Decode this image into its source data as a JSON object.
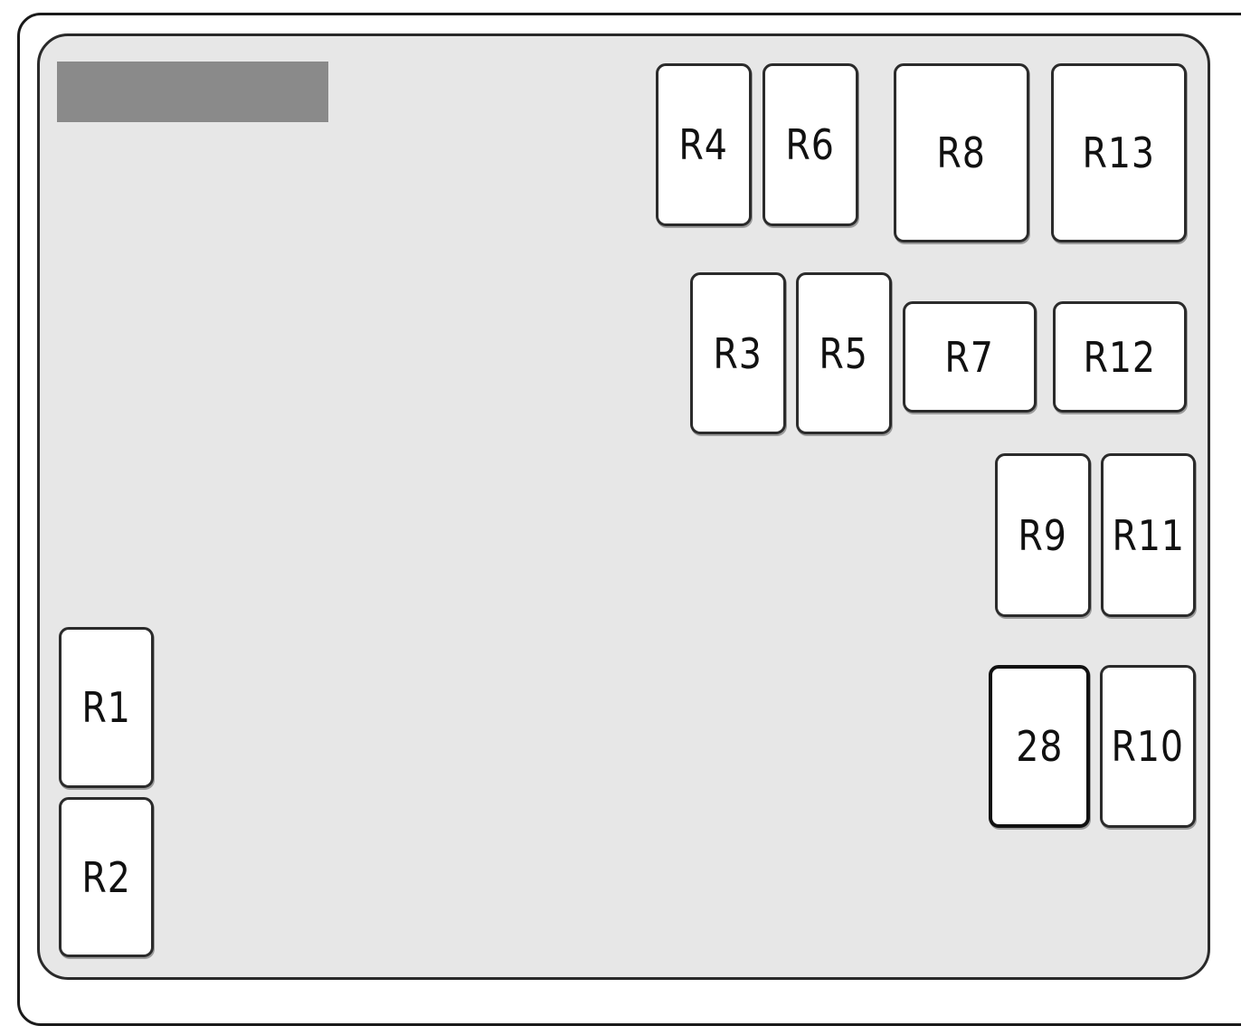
{
  "relays": {
    "r1": "R1",
    "r2": "R2",
    "r3": "R3",
    "r4": "R4",
    "r5": "R5",
    "r6": "R6",
    "r7": "R7",
    "r8": "R8",
    "r9": "R9",
    "r10": "R10",
    "r11": "R11",
    "r12": "R12",
    "r13": "R13",
    "fuse28": "28"
  }
}
